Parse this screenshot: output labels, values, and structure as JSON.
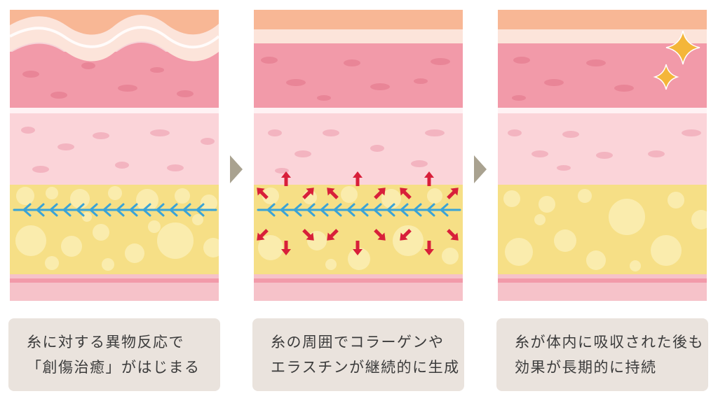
{
  "colors": {
    "epidermis_top": "#f8b795",
    "epidermis_cream": "#fce4da",
    "dermis_upper": "#f29aa9",
    "dermis_lower": "#fbd4d9",
    "fat_layer": "#f6df86",
    "thread": "#3aa3d6",
    "arrow": "#d81f3a",
    "sparkle": "#f4b63a",
    "arrow_chevron": "#a9a290",
    "caption_bg": "#eae3dd",
    "caption_text": "#3b3b3b"
  },
  "icons": {
    "step_arrow": "chevron-right-icon",
    "sparkle": "sparkle-icon"
  },
  "steps": [
    {
      "caption_lines": [
        "糸に対する異物反応で",
        "「創傷治癒」がはじまる"
      ]
    },
    {
      "caption_lines": [
        "糸の周囲でコラーゲンや",
        "エラスチンが継続的に生成"
      ]
    },
    {
      "caption_lines": [
        "糸が体内に吸収された後も",
        "効果が長期的に持続"
      ]
    }
  ]
}
